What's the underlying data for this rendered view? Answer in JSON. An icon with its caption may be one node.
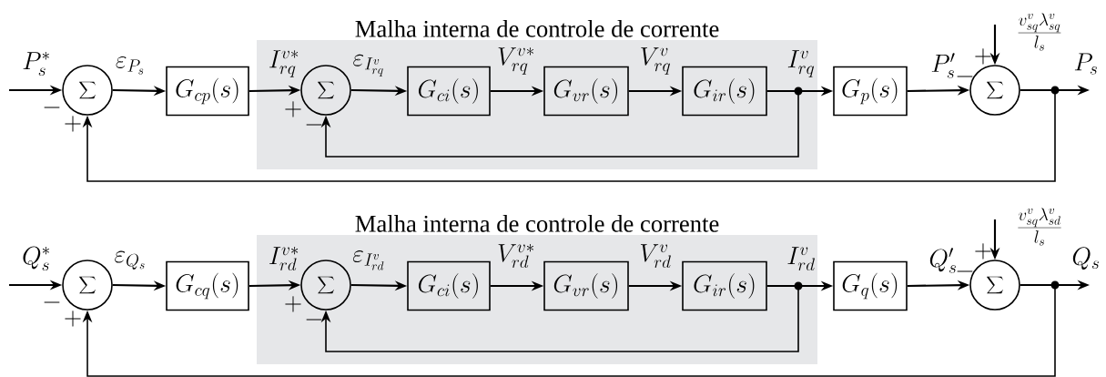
{
  "diagram": {
    "nodes": [
      {
        "text": [
          "Malha interna de controle de corrente"
        ]
      },
      {
        "text": [
          "\\sum"
        ]
      },
      {
        "text": [
          "G_{cp}(s)"
        ]
      },
      {
        "text": [
          "\\sum"
        ],
        "in": 0
      },
      {
        "text": [
          "G_{ci}(s)"
        ],
        "in": 0
      },
      {
        "text": [
          "G_{vr}(s)"
        ],
        "in": 0
      },
      {
        "text": [
          "G_{ir}(s)"
        ],
        "in": 0
      },
      {
        "text": [
          "G_p(s)"
        ]
      },
      {
        "text": [
          "\\sum"
        ]
      },
      {
        "text": [
          "\\frac{v^v_{sq}\\lambda^v_{sq}}{l_s}"
        ]
      },
      {
        "text": [
          "Malha interna de controle de corrente"
        ]
      },
      {
        "text": [
          "\\sum"
        ]
      },
      {
        "text": [
          "G_{cq}(s)"
        ]
      },
      {
        "text": [
          "\\sum"
        ],
        "in": 10
      },
      {
        "text": [
          "G_{ci}(s)"
        ],
        "in": 10
      },
      {
        "text": [
          "G_{vr}(s)"
        ],
        "in": 10
      },
      {
        "text": [
          "G_{ir}(s)"
        ],
        "in": 10
      },
      {
        "text": [
          "G_q(s)"
        ]
      },
      {
        "text": [
          "\\sum"
        ]
      },
      {
        "text": [
          "\\frac{v^v_{sq}\\lambda^v_{sd}}{l_s}"
        ]
      }
    ],
    "edges": [
      {
        "from": null,
        "to": 1,
        "arrow": "to",
        "label": "P_s^*"
      },
      {
        "from": 1,
        "to": 2,
        "arrow": "to",
        "label": "\\varepsilon_{P_s}"
      },
      {
        "from": 2,
        "to": 3,
        "arrow": "to",
        "label": "I^{v*}_{rq}"
      },
      {
        "from": 3,
        "to": 4,
        "arrow": "to",
        "label": "\\varepsilon_{I^v_{rq}}"
      },
      {
        "from": 4,
        "to": 5,
        "arrow": "to",
        "label": "V^{v*}_{rq}"
      },
      {
        "from": 5,
        "to": 6,
        "arrow": "to",
        "label": "V^v_{rq}"
      },
      {
        "from": 6,
        "to": 7,
        "arrow": "to",
        "label": "I^v_{rq}"
      },
      {
        "from": 6,
        "to": 3,
        "arrow": "to"
      },
      {
        "from": 7,
        "to": 8,
        "arrow": "to",
        "label": "P'_s"
      },
      {
        "from": 9,
        "to": 8,
        "arrow": "to"
      },
      {
        "from": 8,
        "to": null,
        "arrow": "to",
        "label": "P_s"
      },
      {
        "from": 8,
        "to": 1,
        "arrow": "to"
      },
      {
        "from": null,
        "to": 11,
        "arrow": "to",
        "label": "Q_s^*"
      },
      {
        "from": 11,
        "to": 12,
        "arrow": "to",
        "label": "\\varepsilon_{Q_s}"
      },
      {
        "from": 12,
        "to": 13,
        "arrow": "to",
        "label": "I^{v*}_{rd}"
      },
      {
        "from": 13,
        "to": 14,
        "arrow": "to",
        "label": "\\varepsilon_{I^v_{rd}}"
      },
      {
        "from": 14,
        "to": 15,
        "arrow": "to",
        "label": "V^{v*}_{rd}"
      },
      {
        "from": 15,
        "to": 16,
        "arrow": "to",
        "label": "V^v_{rd}"
      },
      {
        "from": 16,
        "to": 17,
        "arrow": "to",
        "label": "I^v_{rd}"
      },
      {
        "from": 16,
        "to": 13,
        "arrow": "to"
      },
      {
        "from": 17,
        "to": 18,
        "arrow": "to",
        "label": "Q'_s"
      },
      {
        "from": 19,
        "to": 18,
        "arrow": "to"
      },
      {
        "from": 18,
        "to": null,
        "arrow": "to",
        "label": "Q_s"
      },
      {
        "from": 18,
        "to": 11,
        "arrow": "to"
      }
    ],
    "labels": [
      "-",
      "+",
      "+",
      "-",
      "-",
      "+",
      "-",
      "+",
      "+",
      "-",
      "-",
      "+"
    ]
  }
}
